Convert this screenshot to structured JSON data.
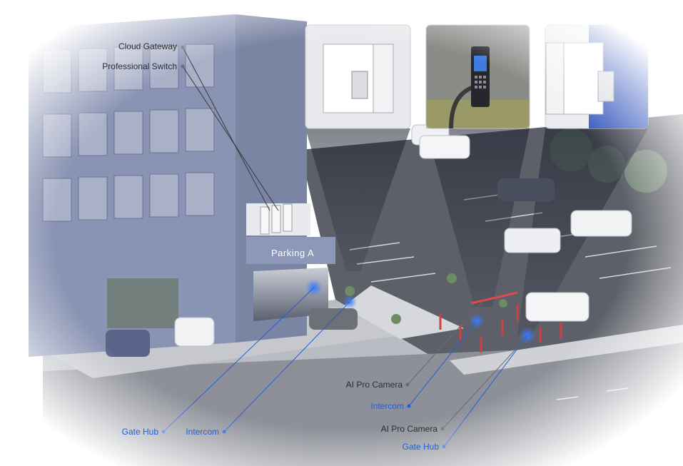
{
  "sign": {
    "text": "Parking A"
  },
  "labels": {
    "cloud_gateway": "Cloud Gateway",
    "professional_switch": "Professional Switch",
    "ai_pro_camera_1": "AI Pro Camera",
    "intercom_right": "Intercom",
    "ai_pro_camera_2": "AI Pro Camera",
    "gate_hub_right": "Gate Hub",
    "gate_hub_left": "Gate Hub",
    "intercom_left": "Intercom"
  },
  "colors": {
    "label_gray": "#2e2e2e",
    "label_blue": "#1f5fd6",
    "building": "#8993b3",
    "glow": "#2f6bff"
  }
}
